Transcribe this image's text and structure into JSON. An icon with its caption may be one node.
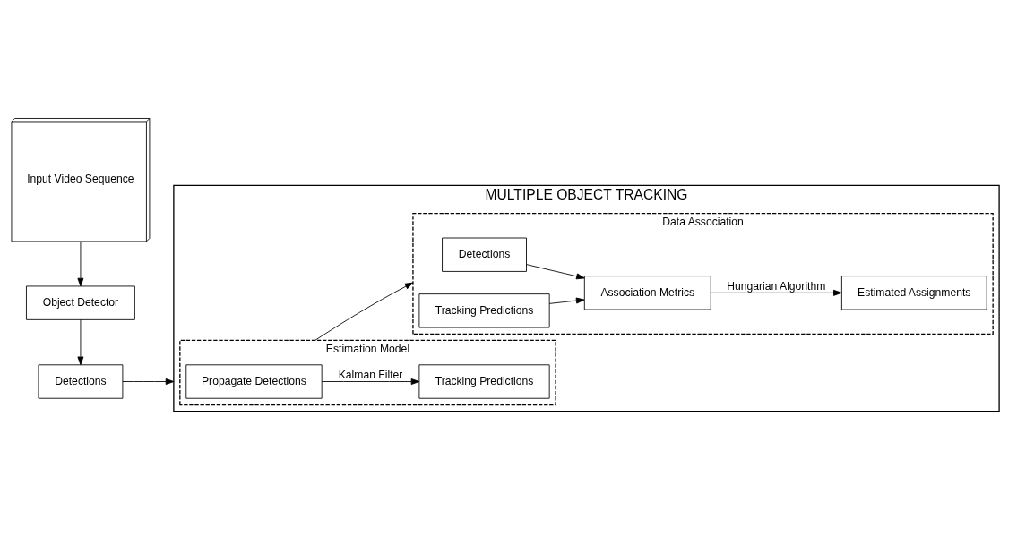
{
  "diagram": {
    "nodes": [
      {
        "text": [
          "Input Video Sequence"
        ]
      },
      {
        "text": [
          "Object Detector"
        ]
      },
      {
        "text": [
          "Detections"
        ]
      },
      {
        "text": [
          "MULTIPLE OBJECT TRACKING"
        ]
      },
      {
        "text": [
          "Estimation Model"
        ],
        "in": 3
      },
      {
        "text": [
          "Propagate Detections"
        ],
        "in": 4
      },
      {
        "text": [
          "Tracking Predictions"
        ],
        "in": 4
      },
      {
        "text": [
          "Data Association"
        ],
        "in": 3
      },
      {
        "text": [
          "Detections"
        ],
        "in": 7
      },
      {
        "text": [
          "Tracking Predictions"
        ],
        "in": 7
      },
      {
        "text": [
          "Association Metrics"
        ],
        "in": 7
      },
      {
        "text": [
          "Estimated Assignments"
        ],
        "in": 7
      }
    ],
    "edges": [
      {
        "from": 0,
        "to": 1,
        "arrow": "to"
      },
      {
        "from": 1,
        "to": 2,
        "arrow": "to"
      },
      {
        "from": 2,
        "to": 3,
        "arrow": "to"
      },
      {
        "from": 5,
        "to": 6,
        "arrow": "to",
        "label": "Kalman Filter"
      },
      {
        "from": 4,
        "to": 7,
        "arrow": "to"
      },
      {
        "from": 8,
        "to": 10,
        "arrow": "to"
      },
      {
        "from": 9,
        "to": 10,
        "arrow": "to"
      },
      {
        "from": 10,
        "to": 11,
        "arrow": "to",
        "label": "Hungarian Algorithm"
      }
    ]
  }
}
